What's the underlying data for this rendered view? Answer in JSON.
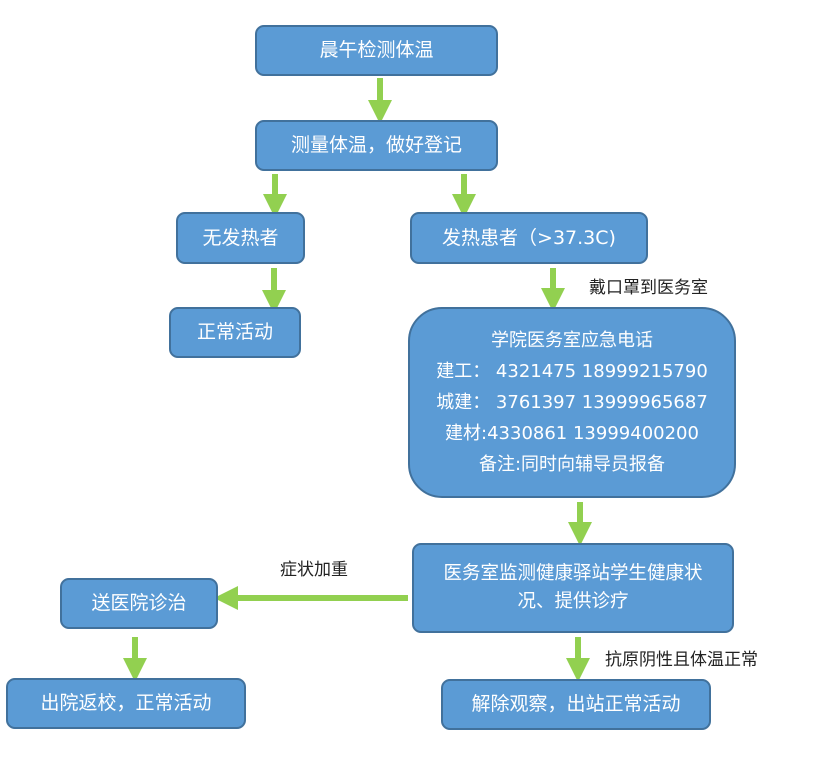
{
  "colors": {
    "box_fill": "#5b9bd5",
    "box_border": "#41719c",
    "arrow": "#92d050",
    "box_text": "#ffffff"
  },
  "nodes": {
    "morning_check": "晨午检测体温",
    "measure_register": "测量体温，做好登记",
    "no_fever": "无发热者",
    "normal_activity": "正常活动",
    "fever_patient": "发热患者（>37.3C)",
    "emergency_contacts": {
      "title": "学院医务室应急电话",
      "lines": [
        "建工： 4321475 18999215790",
        "城建： 3761397 13999965687",
        "建材:4330861 13999400200",
        "备注:同时向辅导员报备"
      ]
    },
    "monitor": "医务室监测健康驿站学生健康状况、提供诊疗",
    "send_hospital": "送医院诊治",
    "discharge_return": "出院返校，正常活动",
    "release_observation": "解除观察，出站正常活动"
  },
  "edge_labels": {
    "mask_to_clinic": "戴口罩到医务室",
    "symptoms_worsen": "症状加重",
    "antigen_negative": "抗原阴性且体温正常"
  }
}
